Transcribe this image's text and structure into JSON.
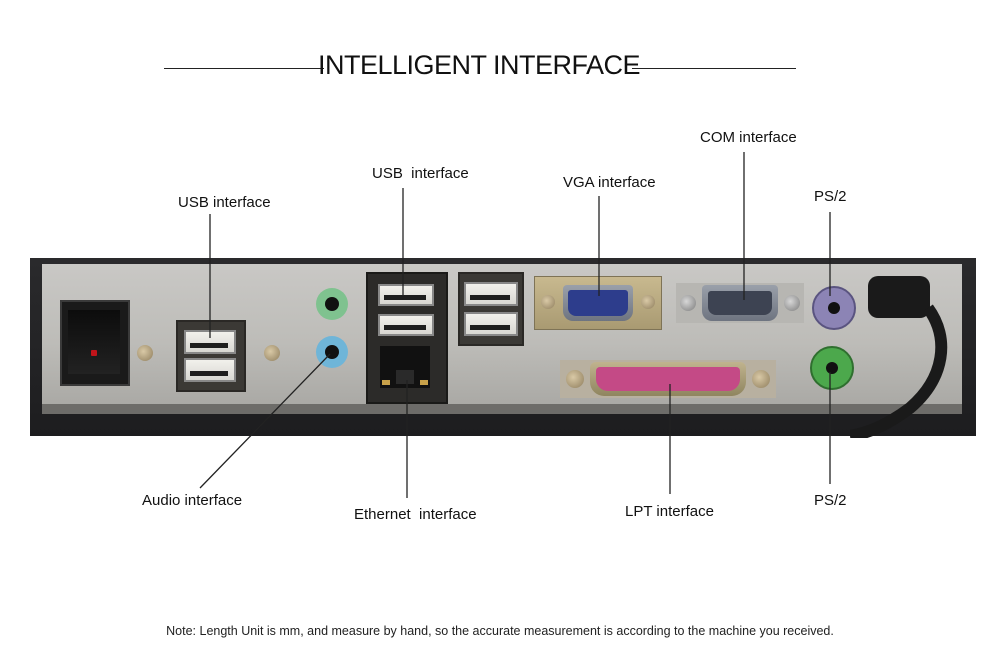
{
  "title": "INTELLIGENT INTERFACE",
  "labels": {
    "usb_left": "USB interface",
    "usb_center": "USB  interface",
    "vga": "VGA interface",
    "com": "COM interface",
    "ps2_top": "PS/2",
    "audio": "Audio interface",
    "ethernet": "Ethernet  interface",
    "lpt": "LPT interface",
    "ps2_bottom": "PS/2"
  },
  "note": "Note: Length Unit is mm, and measure by hand, so the accurate measurement is according to the machine you received.",
  "colors": {
    "audio_mic": "#7fc28f",
    "audio_line": "#6fb5d8",
    "ps2_keyboard": "#8c84b5",
    "ps2_mouse": "#4ca84c",
    "vga_blue": "#2d3d8c",
    "lpt_pink": "#c44a86"
  }
}
